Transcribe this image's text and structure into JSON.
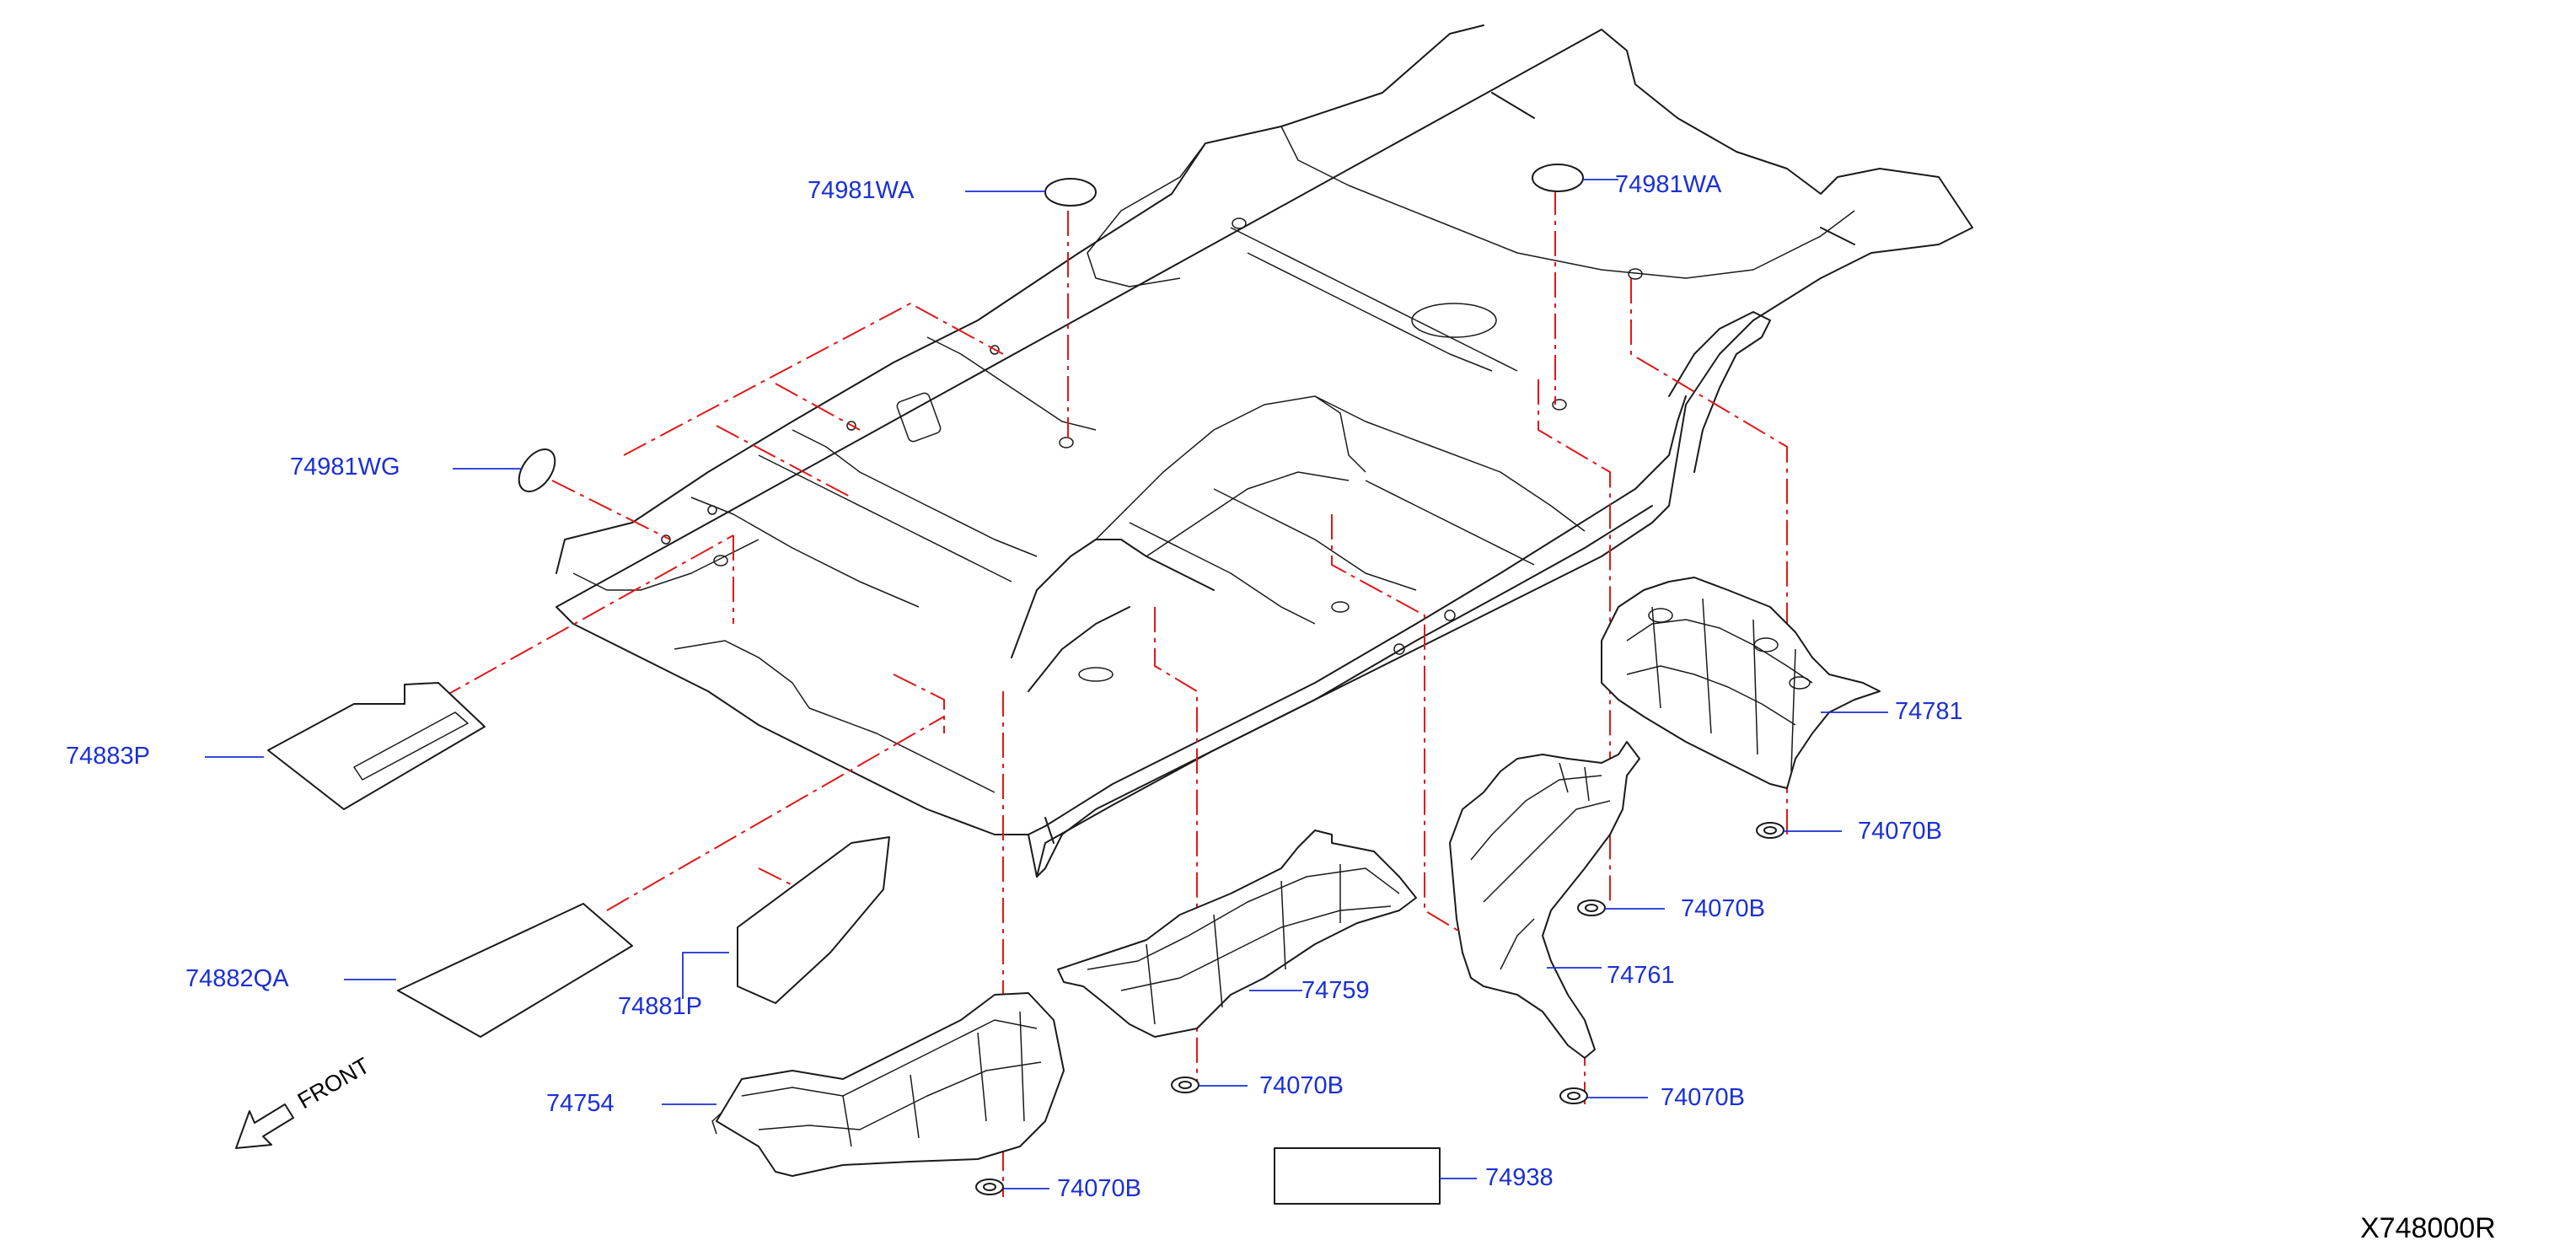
{
  "diagram": {
    "code": "X748000R",
    "front": "FRONT",
    "callouts": [
      {
        "id": "74981WA",
        "label": "74981WA"
      },
      {
        "id": "74981WA-2",
        "label": "74981WA"
      },
      {
        "id": "74981WG",
        "label": "74981WG"
      },
      {
        "id": "74883P",
        "label": "74883P"
      },
      {
        "id": "74882QA",
        "label": "74882QA"
      },
      {
        "id": "74881P",
        "label": "74881P"
      },
      {
        "id": "74754",
        "label": "74754"
      },
      {
        "id": "74759",
        "label": "74759"
      },
      {
        "id": "74761",
        "label": "74761"
      },
      {
        "id": "74781",
        "label": "74781"
      },
      {
        "id": "74938",
        "label": "74938"
      },
      {
        "id": "74070B-1",
        "label": "74070B"
      },
      {
        "id": "74070B-2",
        "label": "74070B"
      },
      {
        "id": "74070B-3",
        "label": "74070B"
      },
      {
        "id": "74070B-4",
        "label": "74070B"
      },
      {
        "id": "74070B-5",
        "label": "74070B"
      }
    ],
    "colors": {
      "label": "#1a2fd6",
      "dashed": "#e01818",
      "line": "#1a1a1a"
    }
  }
}
